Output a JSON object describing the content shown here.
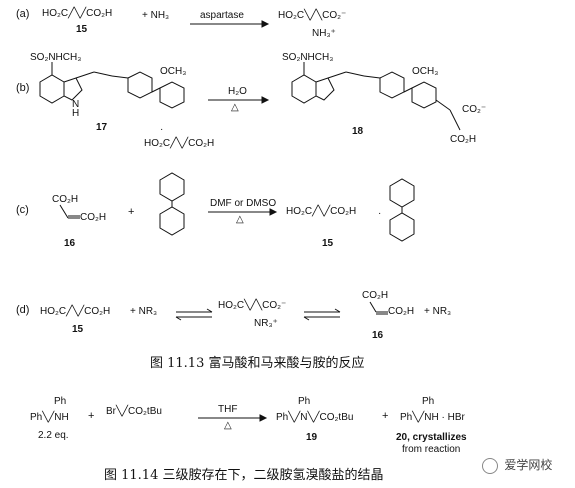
{
  "rows": {
    "a": {
      "label": "(a)",
      "reactant": "HO₂C╱╲╱CO₂H",
      "reactant_num": "15",
      "plus": "+ NH₃",
      "arrow_label": "aspartase",
      "product_top": "HO₂C╲╱╲CO₂⁻",
      "product_bottom": "NH₃⁺"
    },
    "b": {
      "label": "(b)",
      "left_sulfonamide": "SO₂NHCH₃",
      "left_methoxy": "OCH₃",
      "left_nh": "N\nH",
      "left_num": "17",
      "left_fumarate": "HO₂C╱╲╱CO₂H",
      "dot": "·",
      "arrow_top": "H₂O",
      "arrow_bottom": "△",
      "right_sulfonamide": "SO₂NHCH₃",
      "right_methoxy": "OCH₃",
      "right_co2": "CO₂⁻",
      "right_co2h": "CO₂H",
      "right_num": "18"
    },
    "c": {
      "label": "(c)",
      "reactant_top": "CO₂H",
      "reactant_bottom": "CO₂H",
      "reactant_num": "16",
      "plus": "+",
      "arrow_top": "DMF or DMSO",
      "arrow_bottom": "△",
      "product": "HO₂C╱╲╱CO₂H",
      "product_num": "15",
      "dot": "·"
    },
    "d": {
      "label": "(d)",
      "left": "HO₂C╱╲╱CO₂H",
      "left_num": "15",
      "plus1": "+ NR₃",
      "middle_top": "HO₂C╲╱╲CO₂⁻",
      "middle_bottom": "NR₃⁺",
      "right_top": "CO₂H",
      "right_bottom": "CO₂H",
      "right_num": "16",
      "plus2": "+ NR₃"
    },
    "e": {
      "reactant1_top": "Ph",
      "reactant1_mid": "Ph╲╱NH",
      "reactant1_eq": "2.2 eq.",
      "plus": "+",
      "reactant2": "Br╲╱CO₂tBu",
      "arrow_top": "THF",
      "arrow_bottom": "△",
      "product1_top": "Ph",
      "product1_mid": "Ph╲╱N╲╱CO₂tBu",
      "product1_num": "19",
      "plus2": "+",
      "product2_top": "Ph",
      "product2_mid": "Ph╲╱NH · HBr",
      "product2_num": "20, crystallizes",
      "product2_note": "from reaction"
    }
  },
  "captions": {
    "fig1": "图 11.13   富马酸和马来酸与胺的反应",
    "fig2": "图 11.14   三级胺存在下，二级胺氢溴酸盐的结晶"
  },
  "watermark": "爱学网校"
}
